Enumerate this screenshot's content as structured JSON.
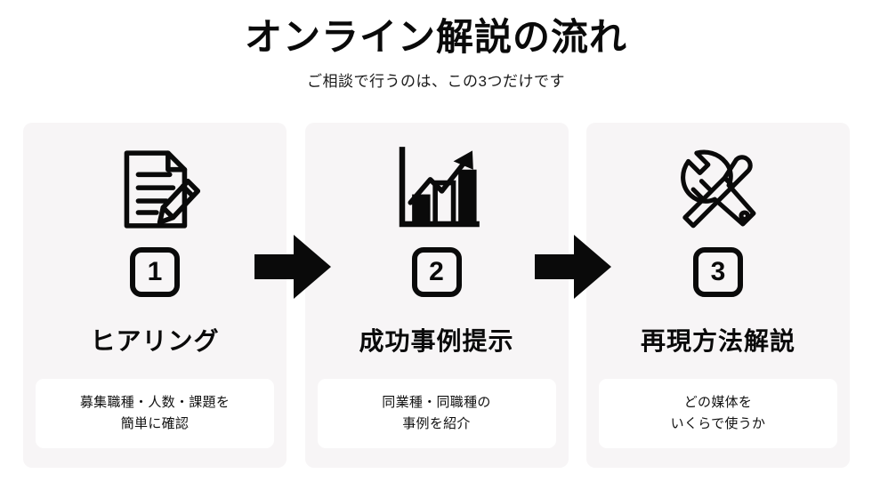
{
  "header": {
    "title": "オンライン解説の流れ",
    "subtitle": "ご相談で行うのは、この3つだけです"
  },
  "colors": {
    "page_background": "#ffffff",
    "card_background": "#f7f5f6",
    "desc_background": "#ffffff",
    "ink": "#0a0a0a"
  },
  "steps": [
    {
      "number": "1",
      "icon": "document-pencil-icon",
      "title": "ヒアリング",
      "description": "募集職種・人数・課題を\n簡単に確認"
    },
    {
      "number": "2",
      "icon": "growth-chart-icon",
      "title": "成功事例提示",
      "description": "同業種・同職種の\n事例を紹介"
    },
    {
      "number": "3",
      "icon": "tools-icon",
      "title": "再現方法解説",
      "description": "どの媒体を\nいくらで使うか"
    }
  ],
  "arrows": [
    {
      "name": "arrow-step1-to-step2"
    },
    {
      "name": "arrow-step2-to-step3"
    }
  ]
}
